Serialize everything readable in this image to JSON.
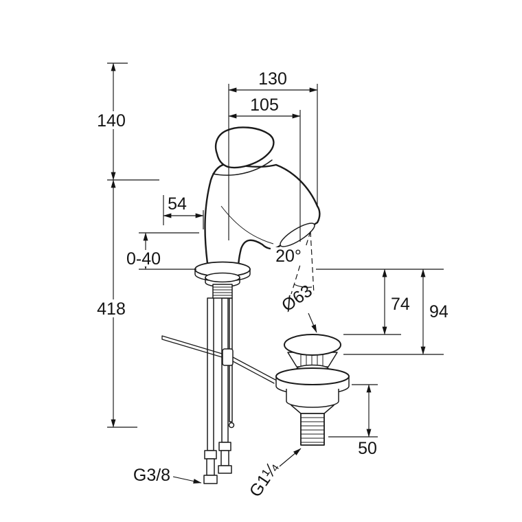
{
  "drawing": {
    "title": "basin-mixer-technical-dimension-drawing",
    "dims": {
      "d140": "140",
      "d130": "130",
      "d105": "105",
      "d54": "54",
      "d040": "0-40",
      "d418": "418",
      "angle20": "20°",
      "dia63": "Ø63",
      "d74": "74",
      "d94": "94",
      "d50": "50",
      "g38": "G3/8",
      "g114": "G1¼"
    }
  }
}
